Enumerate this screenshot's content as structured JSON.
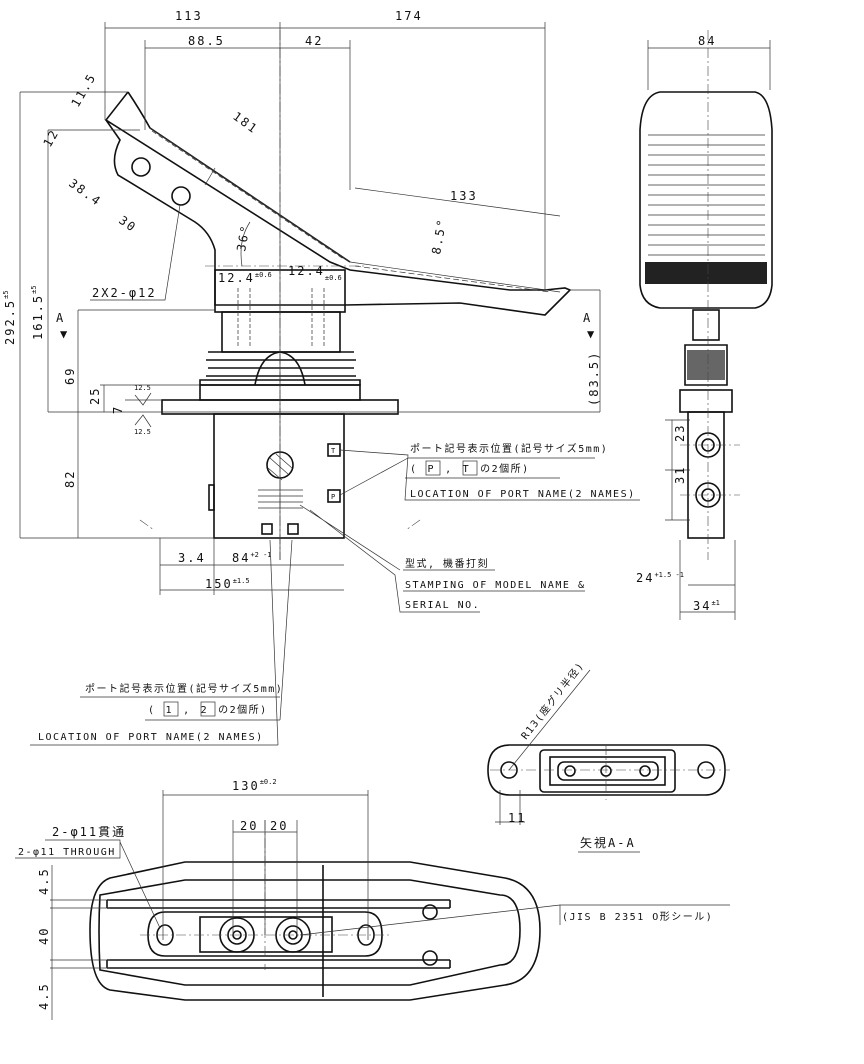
{
  "dims": {
    "d113": "113",
    "d174": "174",
    "d88_5": "88.5",
    "d42": "42",
    "d84_top": "84",
    "d292_5": "292.5",
    "d292_5_tol": "±5",
    "d161_5": "161.5",
    "d161_5_tol": "±5",
    "d69": "69",
    "d25": "25",
    "d7": "7",
    "d82": "82",
    "rough1": "12.5",
    "rough2": "12.5",
    "d11_5": "11.5",
    "d12": "12",
    "d38_4": "38.4",
    "d30": "30",
    "d181": "181",
    "d133": "133",
    "a8_5": "8.5°",
    "a36": "36°",
    "d12_4a": "12.4",
    "d12_4a_tol": "±0.6",
    "d12_4b": "12.4",
    "d12_4b_tol": "±0.6",
    "holes": "2X2-φ12",
    "d83_5": "(83.5)",
    "d3_4": "3.4",
    "d84_bot": "84",
    "d84_bot_tol": "+2 -1",
    "d150": "150",
    "d150_tol": "±1.5",
    "d23": "23",
    "d31": "31",
    "d24": "24",
    "d24_tol": "+1.5 -1",
    "d34": "34",
    "d34_tol": "±1",
    "d130": "130",
    "d130_tol": "±0.2",
    "d20a": "20",
    "d20b": "20",
    "d4_5a": "4.5",
    "d40": "40",
    "d4_5b": "4.5",
    "d11": "11",
    "r13": "R13(座グリ半径)"
  },
  "section_arrows": {
    "left": "A",
    "right": "A"
  },
  "notes": {
    "port_pt_jp": "ポート記号表示位置(記号サイズ5mm)",
    "port_pt_paren_open": "(",
    "port_pt_p": "P",
    "port_pt_t": "T",
    "port_pt_count": "の2個所)",
    "port_pt_en": "LOCATION OF PORT NAME(2 NAMES)",
    "stamp_jp": "型式, 機番打刻",
    "stamp_en1": "STAMPING OF MODEL NAME &",
    "stamp_en2": "SERIAL NO.",
    "port_12_jp": "ポート記号表示位置(記号サイズ5mm)",
    "port_12_paren_open": "(",
    "port_12_1": "1",
    "port_12_2": "2",
    "port_12_count": "の2個所)",
    "port_12_en": "LOCATION OF PORT NAME(2 NAMES)",
    "through_jp": "2-φ11貫通",
    "through_en": "2-φ11 THROUGH",
    "oring": "(JIS B 2351 O形シール)",
    "view_aa": "矢視A-A"
  }
}
